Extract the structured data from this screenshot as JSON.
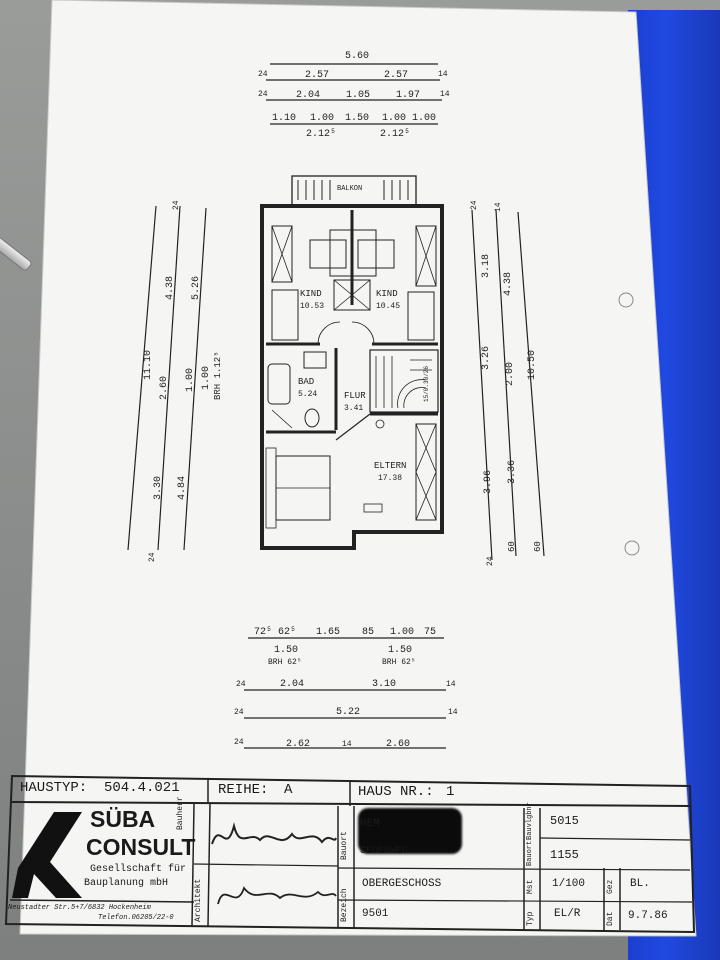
{
  "plan": {
    "rooms": {
      "balkon": "BALKON",
      "kind_left": "KIND",
      "kind_left_area": "10.53",
      "kind_right": "KIND",
      "kind_right_area": "10.45",
      "bad": "BAD",
      "bad_area": "5.24",
      "flur": "FLUR",
      "flur_area": "3.41",
      "eltern": "ELTERN",
      "eltern_area": "17.38",
      "stair": "15/0.30/26"
    },
    "top_dims": {
      "row1": [
        "5.60"
      ],
      "row2": [
        "24",
        "2.57",
        "2.57",
        "14"
      ],
      "row3": [
        "24",
        "2.04",
        "1.05",
        "1.97",
        "14"
      ],
      "row4": [
        "1.10",
        "1.00",
        "1.50",
        "1.00",
        "1.00"
      ],
      "row4b": [
        "2.12⁵",
        "2.12⁵"
      ]
    },
    "left_dims": {
      "outer": [
        "11.10",
        "24"
      ],
      "mid": [
        "4.38",
        "2.60",
        "3.30",
        "24"
      ],
      "inner": [
        "5.26",
        "1.00",
        "4.84"
      ],
      "inner2": [
        "1.00",
        "BRH 1.12⁵"
      ]
    },
    "right_dims": {
      "a": [
        "3.18",
        "3.26",
        "3.96",
        "24"
      ],
      "b": [
        "4.38",
        "2.00",
        "3.36",
        "60"
      ],
      "c": [
        "10.50",
        "60"
      ],
      "top_marks": [
        "24",
        "14"
      ]
    },
    "bottom_dims": {
      "row1": [
        "72⁵",
        "62⁵",
        "1.65",
        "85",
        "1.00",
        "75"
      ],
      "row1b": [
        "1.50",
        "1.50"
      ],
      "row1c": [
        "BRH 62⁵",
        "BRH 62⁵"
      ],
      "row2": [
        "24",
        "2.04",
        "3.10",
        "14"
      ],
      "row3": [
        "24",
        "5.22",
        "14"
      ],
      "row4": [
        "24",
        "2.62",
        "14",
        "2.60"
      ]
    }
  },
  "title_block": {
    "haustyp_label": "HAUSTYP:",
    "haustyp_value": "504.4.021",
    "reihe_label": "REIHE:",
    "reihe_value": "A",
    "haus_label": "HAUS NR.:",
    "haus_value": "1",
    "company_name_1": "SÜBA",
    "company_name_2": "CONSULT",
    "company_sub_1": "Gesellschaft für",
    "company_sub_2": "Bauplanung mbH",
    "company_address": "Neustadter Str.5+7/6832 Hockenheim",
    "company_phone": "Telefon.06205/22-0",
    "bauherr_label": "Bauherr",
    "architekt_label": "Architekt",
    "bauort_label": "Bauort",
    "bezeich_label": "Bezeich",
    "bauort_value": "HEM",
    "bauort_value_2": "SEDERWEG",
    "bezeich_value": "OBERGESCHOSS",
    "plan_no": "9501",
    "bauvorlagenr_label": "Bauvlgbnr",
    "bauvorlagenr_value": "5015",
    "bauort_no_label": "Bauort",
    "bauort_no_value": "1155",
    "mst_label": "Mst",
    "mst_value": "1/100",
    "gez_label": "Gez",
    "gez_value": "BL.",
    "typ_label": "Typ",
    "typ_value": "EL/R",
    "dat_label": "Dat",
    "dat_value": "9.7.86"
  }
}
